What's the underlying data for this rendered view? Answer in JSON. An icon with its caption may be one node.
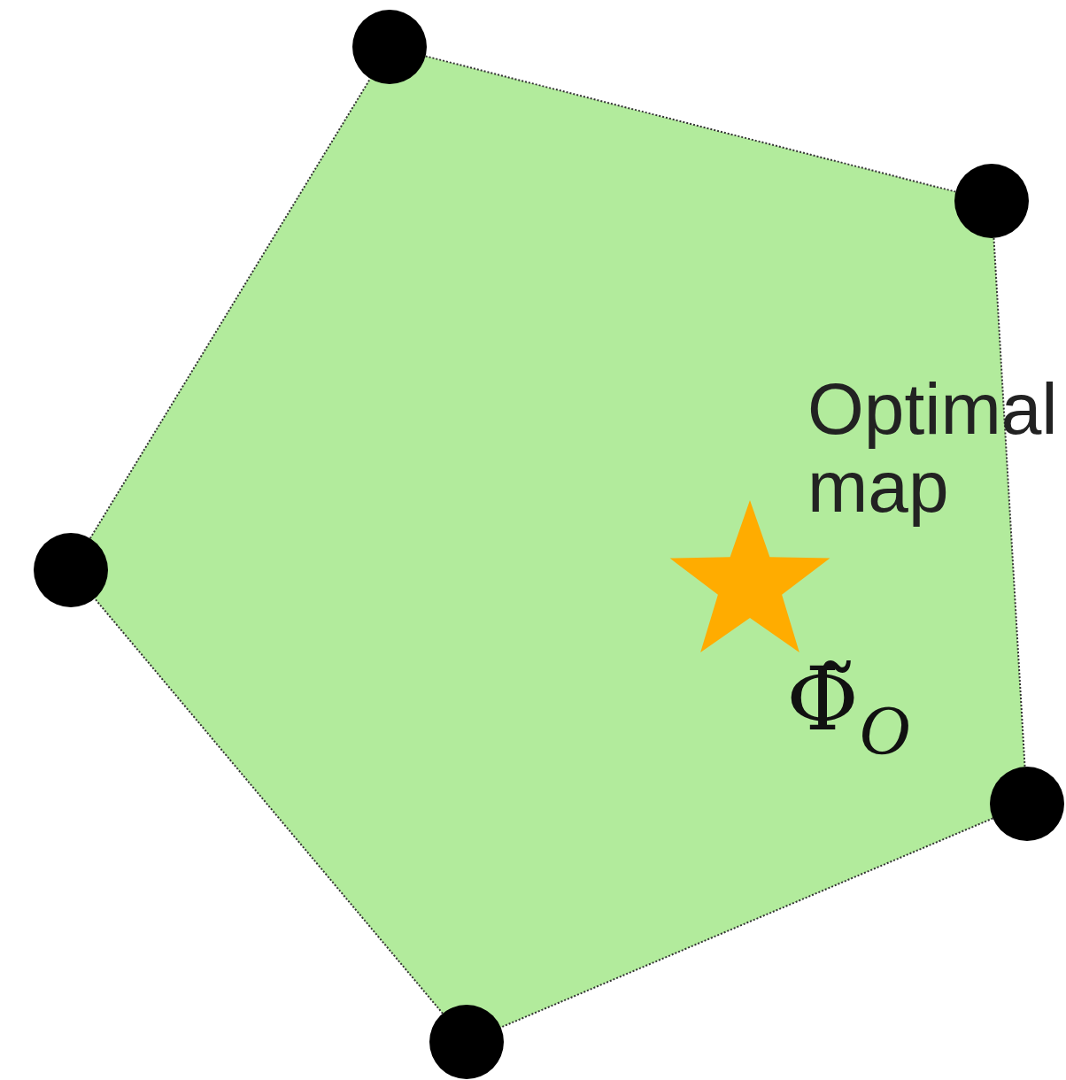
{
  "diagram": {
    "nodes": [
      {
        "text": [],
        "shape": "circle"
      },
      {
        "text": [],
        "shape": "circle"
      },
      {
        "text": [],
        "shape": "circle"
      },
      {
        "text": [],
        "shape": "circle"
      },
      {
        "text": [],
        "shape": "circle"
      },
      {
        "text": [],
        "shape": "star",
        "beside": [
          "Optimal map",
          "Φ̃$_{O}$"
        ]
      }
    ],
    "edges": [
      {
        "from": 0,
        "to": 1,
        "arrow": "none",
        "style": "dashed"
      },
      {
        "from": 1,
        "to": 3,
        "arrow": "none",
        "style": "dashed"
      },
      {
        "from": 3,
        "to": 4,
        "arrow": "none",
        "style": "dashed"
      },
      {
        "from": 4,
        "to": 2,
        "arrow": "none",
        "style": "dashed"
      },
      {
        "from": 2,
        "to": 0,
        "arrow": "none",
        "style": "dashed"
      }
    ]
  }
}
